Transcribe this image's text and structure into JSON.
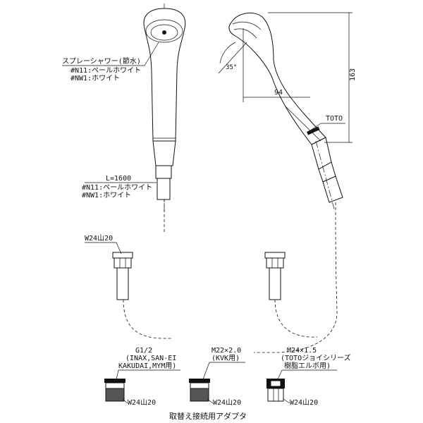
{
  "labels": {
    "spray_shower": "スプレーシャワー(節水)",
    "color_n11_top": "#N11:ペールホワイト",
    "color_nw1_top": "#NW1:ホワイト",
    "hose_length": "L=1600",
    "color_n11_hose": "#N11:ペールホワイト",
    "color_nw1_hose": "#NW1:ホワイト",
    "angle": "35°",
    "dim_94": "94",
    "dim_163": "163",
    "brand": "TOTO",
    "thread_w24_upper": "W24山20",
    "adapter1_thread": "G1/2",
    "adapter1_brands_1": "(INAX,SAN-EI",
    "adapter1_brands_2": "KAKUDAI,MYM用)",
    "adapter2_thread": "M22×2.0",
    "adapter2_brand": "(KVK用)",
    "adapter3_thread": "M24×1.5",
    "adapter3_brands_1": "(TOTOジョイシリーズ",
    "adapter3_brands_2": "樹脂エルボ用)",
    "w24_a1": "W24山20",
    "w24_a2": "W24山20",
    "w24_a3": "W24山20",
    "caption": "取替え接続用アダプタ"
  }
}
